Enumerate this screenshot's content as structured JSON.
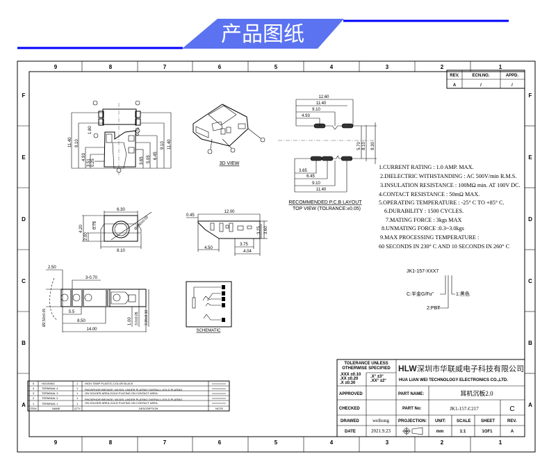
{
  "banner": {
    "title": "产品图纸",
    "fill_color": "#5b73f0",
    "line_color": "#0000ff"
  },
  "frame": {
    "columns": [
      "9",
      "8",
      "7",
      "6",
      "5",
      "4",
      "3",
      "2",
      "1"
    ],
    "rows": [
      "F",
      "E",
      "D",
      "C",
      "B",
      "A"
    ]
  },
  "revision": {
    "headers": [
      "REV.",
      "ECN.NO.",
      "APPD."
    ],
    "values": [
      "A",
      "/",
      "/"
    ]
  },
  "views": {
    "view_3d_label": "3D VIEW",
    "pcb_label": "RECOMMENDED P.C.B LAYOUT",
    "pcb_sublabel": "TOP VIEW (TOLRANCE:±0.05)",
    "schematic_label": "SCHEMATIC"
  },
  "dims": {
    "front": [
      "11.40",
      "9.10",
      "4.93",
      "3.51",
      "0.25",
      "1.80",
      "0.75",
      "3.65",
      "5.05",
      "6.45",
      "9.10",
      "11.40"
    ],
    "pcb": [
      "12.60",
      "11.40",
      "9.10",
      "4.93",
      "5.70",
      "8.10",
      "8.30",
      "3.65",
      "6.45",
      "9.10",
      "11.40"
    ],
    "end": [
      "6.30",
      "4.20",
      "0.75",
      "2.00",
      "Ø3.60±0.05",
      "8.10"
    ],
    "side": [
      "0.45",
      "12.00",
      "3.25",
      "3.60",
      "4.50",
      "3.75",
      "4.04"
    ],
    "bottom": [
      "2.50",
      "3-0.70",
      "5.5",
      "8.50",
      "14.00",
      "Ø2.50±0.05",
      "1.00",
      "3.0±0.05",
      "3.20±0.10"
    ]
  },
  "notes": [
    "1.CURRENT RATING : 1.0 AMP. MAX.",
    "2.DIELECTRIC WITHSTANDING : AC 500V/min R.M.S.",
    "3.INSULATION RESISTANCE : 100MΩ min. AT 100V DC.",
    "4.CONTACT RESISTANCE : 50mΩ MAX.",
    "5.OPERATING TEMPERATURE : -25° C TO +85° C.",
    "6.DURABILITY : 1500 CYCLES.",
    "7.MATING FORCE : 3kgs MAX",
    "8.UNMATING FORCE :0.3~3.0kgs",
    "9.MAX PROCESSING TEMPERATURE :",
    "60 SECONDS IN 230° C AND 10 SECONDS IN 260° C"
  ],
  "part_code": {
    "code": "JK1-157-XXX7",
    "option_plating": "C:半金G/Fu\"",
    "option_color": "1:黑色",
    "option_material": "2:PBT"
  },
  "bom": {
    "headers": [
      "ITEM",
      "NAME",
      "Q'TY",
      "DESCRIPTION",
      "NOTE"
    ],
    "rows": [
      {
        "item": "5",
        "name": "HOUSING",
        "qty": "1",
        "desc": "HIGH TEMP PLASTIC,COLOR BLACK"
      },
      {
        "item": "4",
        "name": "TERMINAL 4",
        "qty": "1",
        "desc": "PHOSPHOR BRONZE; NICKEL UNDER PLATING OVERALL,GOLD PLATING"
      },
      {
        "item": "3",
        "name": "TERMINAL 3",
        "qty": "1",
        "desc": "ON SOLDER AREA,GOLD PLATING ON CONTACT AREA."
      },
      {
        "item": "2",
        "name": "TERMINAL 2",
        "qty": "1",
        "desc": "PHOSPHOR BRONZE; NICKEL UNDER PLATING OVERALL,GOLD PLATING"
      },
      {
        "item": "1",
        "name": "TERMINAL 1",
        "qty": "1",
        "desc": "ON SOLDER AREA,GOLD PLATING ON CONTACT AREA."
      }
    ]
  },
  "title_block": {
    "tolerance_title": "TOLERANCE UNLESS",
    "tolerance_title2": "OTHERWISE SPECIFIED",
    "tol_xxx": ".XXX ±0.10",
    "tol_xx": ".XX  ±0.20",
    "tol_x": ".X   ±0.30",
    "tol_ang1": ".X°  ±3°",
    "tol_ang2": ".XX° ±2°",
    "logo": "HLW",
    "company_cn": "深圳市华联威电子科技有限公司",
    "company_en": "HUA LIAN WEI TECHNOLOGY ELECTRONICS CO.,LTD.",
    "approved_label": "APPROVED",
    "checked_label": "CHECKED",
    "drawed_label": "DRAWED",
    "drawed_value": "weihong",
    "date_label": "DATE",
    "date_value": "2021.9.23",
    "part_name_label": "PART NAME:",
    "part_name_value": "耳机沉板2.0",
    "part_no_label": "PART No:",
    "part_no_value": "JK1-157-C217",
    "part_rev": "C",
    "projection_label": "PROJECTION:",
    "unit_label": "UNIT:",
    "unit_value": "mm",
    "scale_label": "SCALE",
    "scale_value": "1:1",
    "sheet_label": "SHEET",
    "sheet_value": "1OF1",
    "rev_label": "REV.",
    "rev_value": "A"
  }
}
